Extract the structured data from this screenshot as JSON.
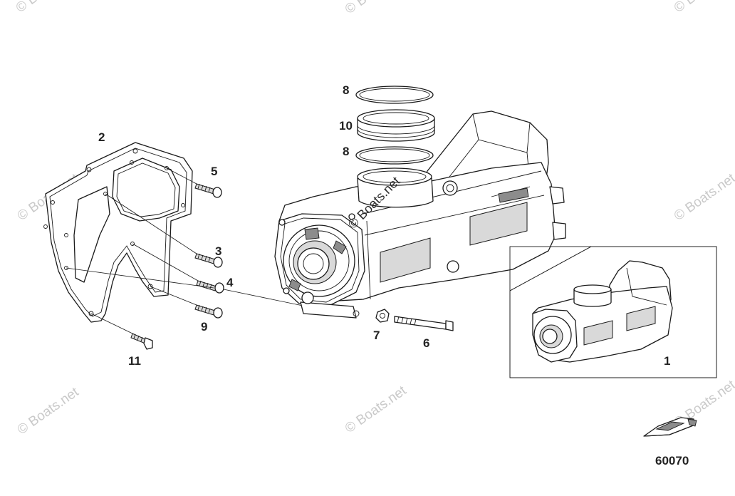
{
  "diagram": {
    "figure_number": "60070",
    "callouts": {
      "c1": "1",
      "c2": "2",
      "c3": "3",
      "c4": "4",
      "c5": "5",
      "c6": "6",
      "c7": "7",
      "c8a": "8",
      "c8b": "8",
      "c9": "9",
      "c10": "10",
      "c11": "11"
    },
    "watermark": "© Boats.net"
  }
}
